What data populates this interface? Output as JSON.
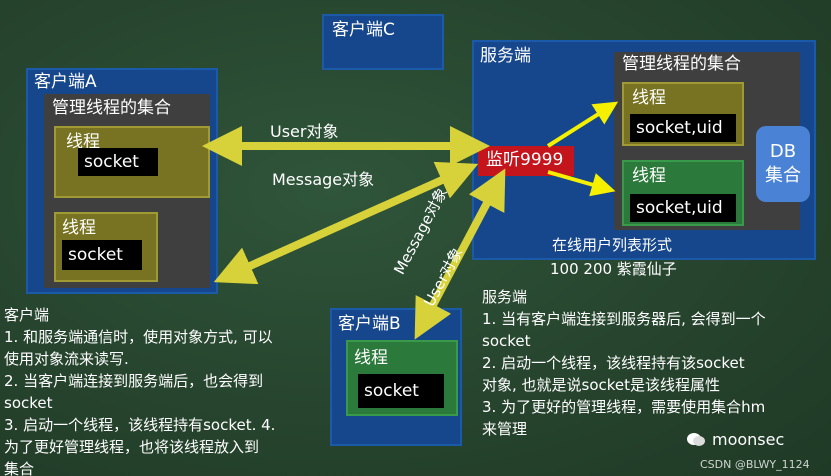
{
  "clientC": {
    "label": "客户端C"
  },
  "clientA": {
    "label": "客户端A",
    "collection_label": "管理线程的集合",
    "threads": [
      {
        "label": "线程",
        "socket": "socket"
      },
      {
        "label": "线程",
        "socket": "socket"
      }
    ]
  },
  "server": {
    "label": "服务端",
    "collection_label": "管理线程的集合",
    "listen_label": "监听9999",
    "threads": [
      {
        "label": "线程",
        "socket": "socket,uid"
      },
      {
        "label": "线程",
        "socket": "socket,uid"
      }
    ],
    "db_line1": "DB",
    "db_line2": "集合",
    "online_title": "在线用户列表形式",
    "online_example": "100  200  紫霞仙子"
  },
  "clientB": {
    "label": "客户端B",
    "thread_label": "线程",
    "socket": "socket"
  },
  "arrows": {
    "user_object": "User对象",
    "message_object": "Message对象",
    "message_object_diag": "Message对象",
    "user_object_diag": "User对象"
  },
  "notes_client": {
    "title": "客户端",
    "lines": [
      "1. 和服务端通信时，使用对象方式, 可以",
      "使用对象流来读写.",
      "2. 当客户端连接到服务端后，也会得到",
      "socket",
      "3. 启动一个线程，该线程持有socket. 4.",
      "为了更好管理线程，也将该线程放入到",
      "集合"
    ]
  },
  "notes_server": {
    "title": "服务端",
    "lines": [
      "1. 当有客户端连接到服务器后, 会得到一个",
      "socket",
      "2. 启动一个线程，该线程持有该socket",
      "对象, 也就是说socket是该线程属性",
      "3. 为了更好的管理线程，需要使用集合hm",
      "来管理"
    ]
  },
  "watermark": {
    "brand": "moonsec",
    "csdn": "CSDN @BLWY_1124"
  },
  "colors": {
    "board": "#28462f",
    "panel_blue": "#16468c",
    "arrow_yellow": "#d8d23a",
    "arrow_bright": "#f5f000",
    "listen_red": "#c4141c",
    "db_blue": "#4a82d6"
  }
}
